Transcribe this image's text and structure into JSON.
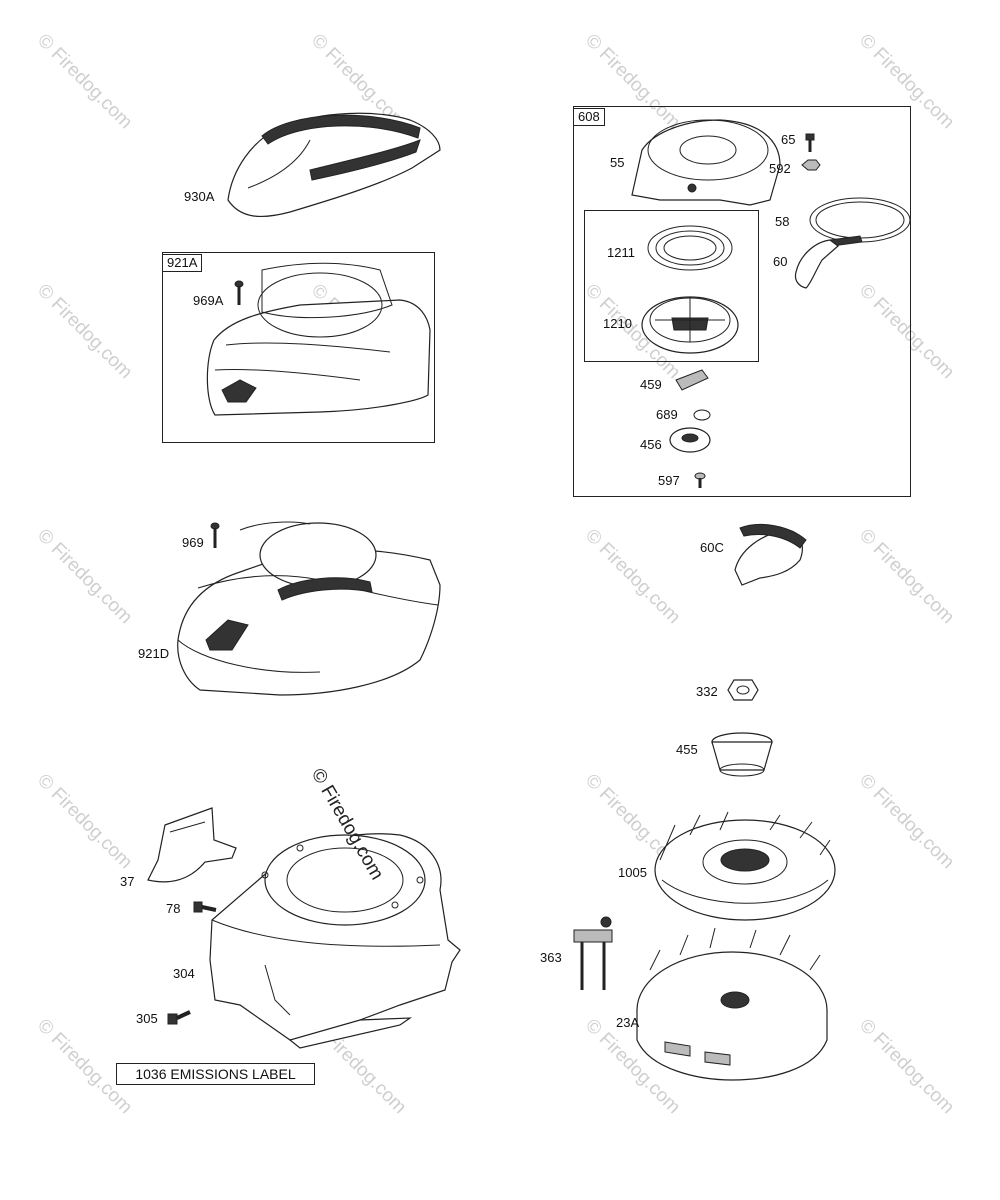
{
  "watermark": {
    "text": "© Firedog.com"
  },
  "labels": {
    "p930A": "930A",
    "p921A": "921A",
    "p969A": "969A",
    "p969": "969",
    "p921D": "921D",
    "p37": "37",
    "p78": "78",
    "p304": "304",
    "p305": "305",
    "p608": "608",
    "p55": "55",
    "p65": "65",
    "p592": "592",
    "p58": "58",
    "p60": "60",
    "p1211": "1211",
    "p1210": "1210",
    "p459": "459",
    "p689": "689",
    "p456": "456",
    "p597": "597",
    "p60C": "60C",
    "p332": "332",
    "p455": "455",
    "p1005": "1005",
    "p363": "363",
    "p23A": "23A"
  },
  "emissions_label": "1036 EMISSIONS LABEL",
  "icons": [
    "blower-housing",
    "rewind-starter",
    "flywheel",
    "screw",
    "nut",
    "handle",
    "spring",
    "pulley",
    "ignition-armature",
    "shroud"
  ]
}
